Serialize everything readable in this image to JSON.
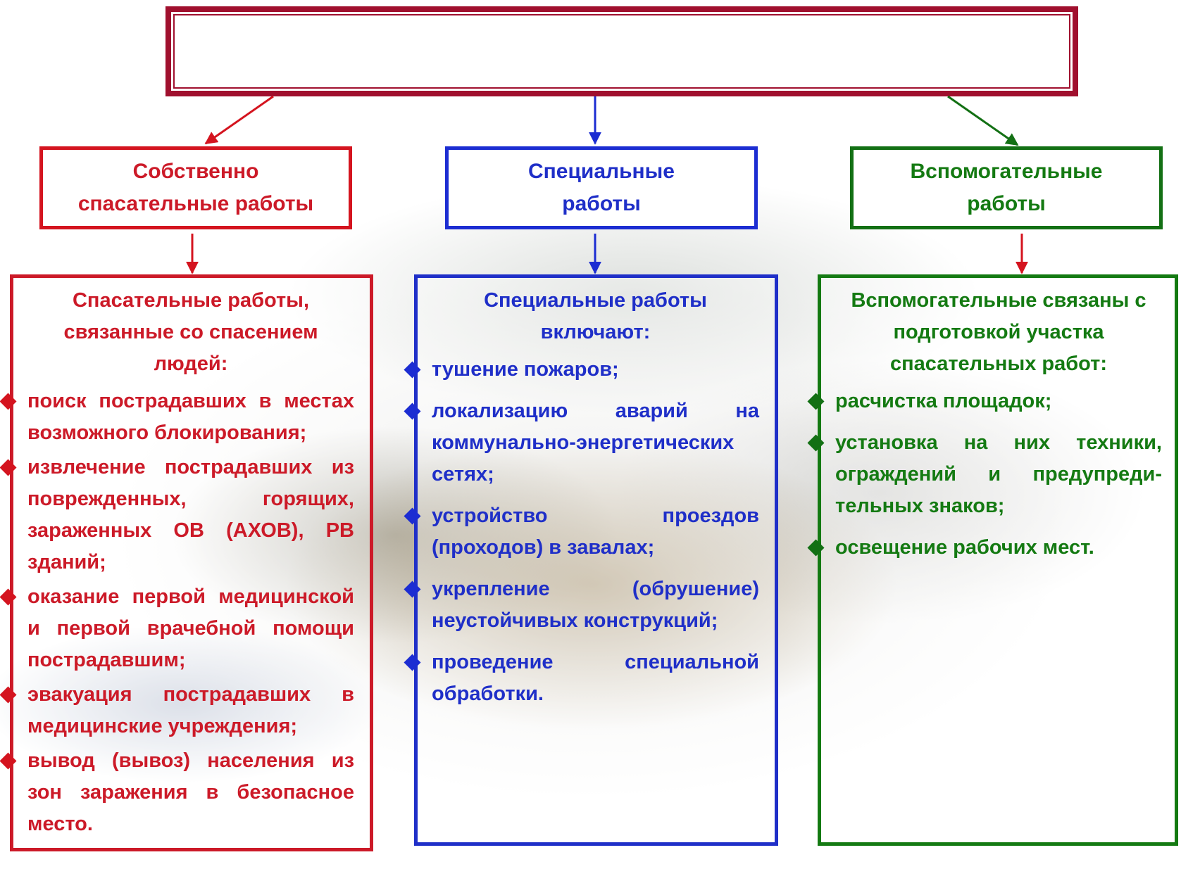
{
  "title": "",
  "colors": {
    "title_border": "#a0102e",
    "red": "#d4141f",
    "blue": "#1c2dd2",
    "green": "#137014"
  },
  "categories": [
    {
      "line1": "Собственно",
      "line2": "спасательные работы"
    },
    {
      "line1": "Специальные",
      "line2": "работы"
    },
    {
      "line1": "Вспомогательные",
      "line2": "работы"
    }
  ],
  "details": [
    {
      "heading": [
        "Спасательные работы,",
        "связанные со спасением",
        "людей:"
      ],
      "items": [
        "поиск пострадавших в местах возможного блокирования;",
        "извлечение пострадавших из поврежденных, горящих, зараженных ОВ (АХОВ), РВ зданий;",
        "оказание первой медицинской и первой врачебной помощи пострадавшим;",
        "эвакуация пострадавших в медицинские учреждения;",
        "вывод (вывоз) населения из зон заражения в безопасное место."
      ]
    },
    {
      "heading": [
        "Специальные работы",
        "включают:"
      ],
      "items": [
        "тушение пожаров;",
        "локализацию аварий на коммунально-энергетических сетях;",
        "устройство проездов (проходов) в завалах;",
        "укрепление (обрушение) неустойчивых конструкций;",
        "проведение специальной обработки."
      ]
    },
    {
      "heading": [
        "Вспомогательные связаны с",
        "подготовкой участка",
        "спасательных работ:"
      ],
      "items": [
        "расчистка площадок;",
        "установка на них техники, ограждений и предупреди-тельных знаков;",
        "освещение рабочих мест."
      ]
    }
  ]
}
